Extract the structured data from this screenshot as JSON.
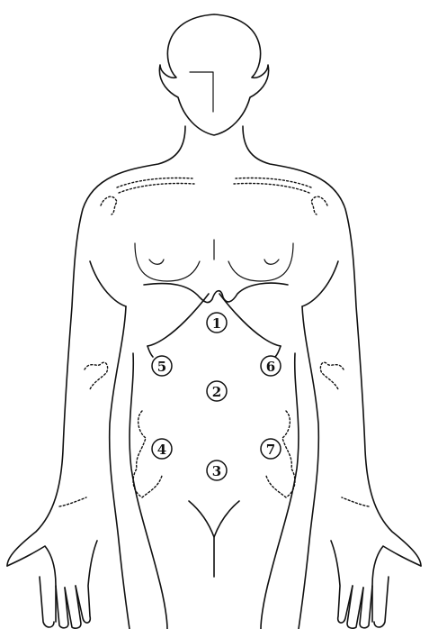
{
  "regions": [
    {
      "label": "1"
    },
    {
      "label": "2"
    },
    {
      "label": "3"
    },
    {
      "label": "4"
    },
    {
      "label": "5"
    },
    {
      "label": "6"
    },
    {
      "label": "7"
    }
  ],
  "colors": {
    "line": "#111111",
    "background": "#ffffff"
  }
}
